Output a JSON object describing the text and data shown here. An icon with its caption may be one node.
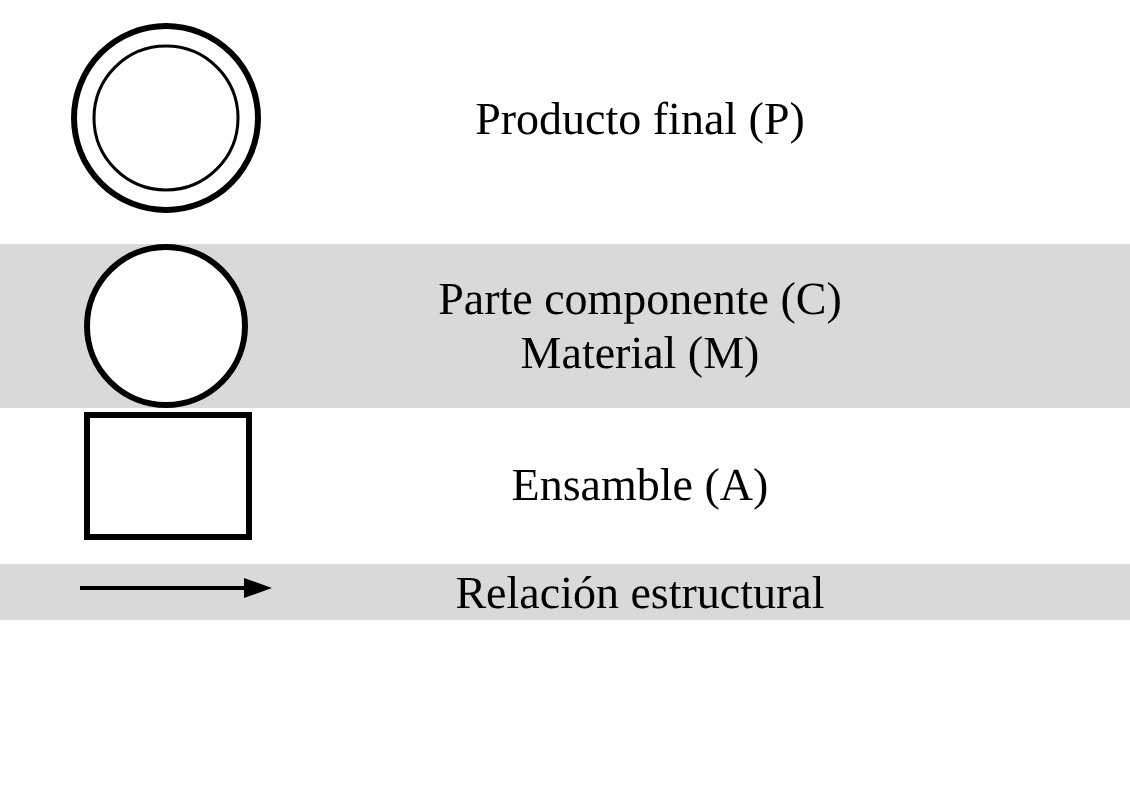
{
  "diagram": {
    "legend": [
      {
        "text": "Producto final (P)"
      },
      {
        "text": "Parte componente (C) Material (M)"
      },
      {
        "text": "Ensamble (A)"
      },
      {
        "text": "Relación estructural"
      }
    ]
  }
}
